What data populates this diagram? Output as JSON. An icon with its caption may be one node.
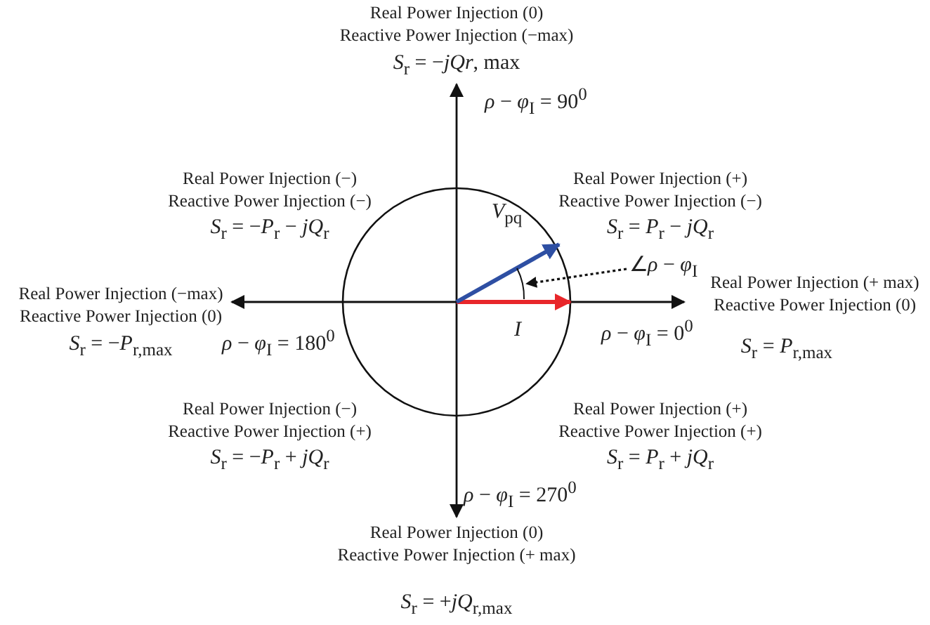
{
  "diagram": {
    "nodes": [
      {
        "text": [
          "∠*ρ* − *φ*$_{I}$"
        ]
      },
      {
        "text": [],
        "shape": "arc"
      }
    ],
    "edges": [
      {
        "from": 0,
        "to": 1,
        "arrow": "to",
        "style": "dashed"
      }
    ],
    "labels": [
      "Real Power Injection (0)",
      "Reactive Power Injection (−max)",
      "*S*$_{r}$ = −*jQr*, max",
      "*ρ* − *φ*$_{I}$ = 90$^{0}$",
      "Real Power Injection (−)",
      "Reactive Power Injection (−)",
      "*S*$_{r}$ = −*P*$_{r}$ − *jQ*$_{r}$",
      "Real Power Injection (+)",
      "Reactive Power Injection (−)",
      "*S*$_{r}$ = *P*$_{r}$ − *jQ*$_{r}$",
      "*V*$_{pq}$",
      "Real Power Injection (−max)",
      "Reactive Power Injection (0)",
      "*S*$_{r}$ = −*P*$_{r,}$$_{max}$",
      "Real Power Injection (+ max)",
      "Reactive Power Injection (0)",
      "*ρ* − *φ*$_{I}$ = 180$^{0}$",
      "*I*",
      "*ρ* − *φ*$_{I}$ = 0$^{0}$",
      "*S*$_{r}$ = *P*$_{r,}$$_{max}$",
      "Real Power Injection (−)",
      "Reactive Power Injection (+)",
      "*S*$_{r}$ = −*P*$_{r}$ + *jQ*$_{r}$",
      "Real Power Injection (+)",
      "Reactive Power Injection (+)",
      "*S*$_{r}$ = *P*$_{r}$ + *jQ*$_{r}$",
      "*ρ* − *φ*$_{I}$ = 270$^{0}$",
      "Real Power Injection (0)",
      "Reactive Power Injection (+ max)",
      "*S*$_{r}$ = +*jQ*$_{r,}$$_{max}$"
    ]
  }
}
